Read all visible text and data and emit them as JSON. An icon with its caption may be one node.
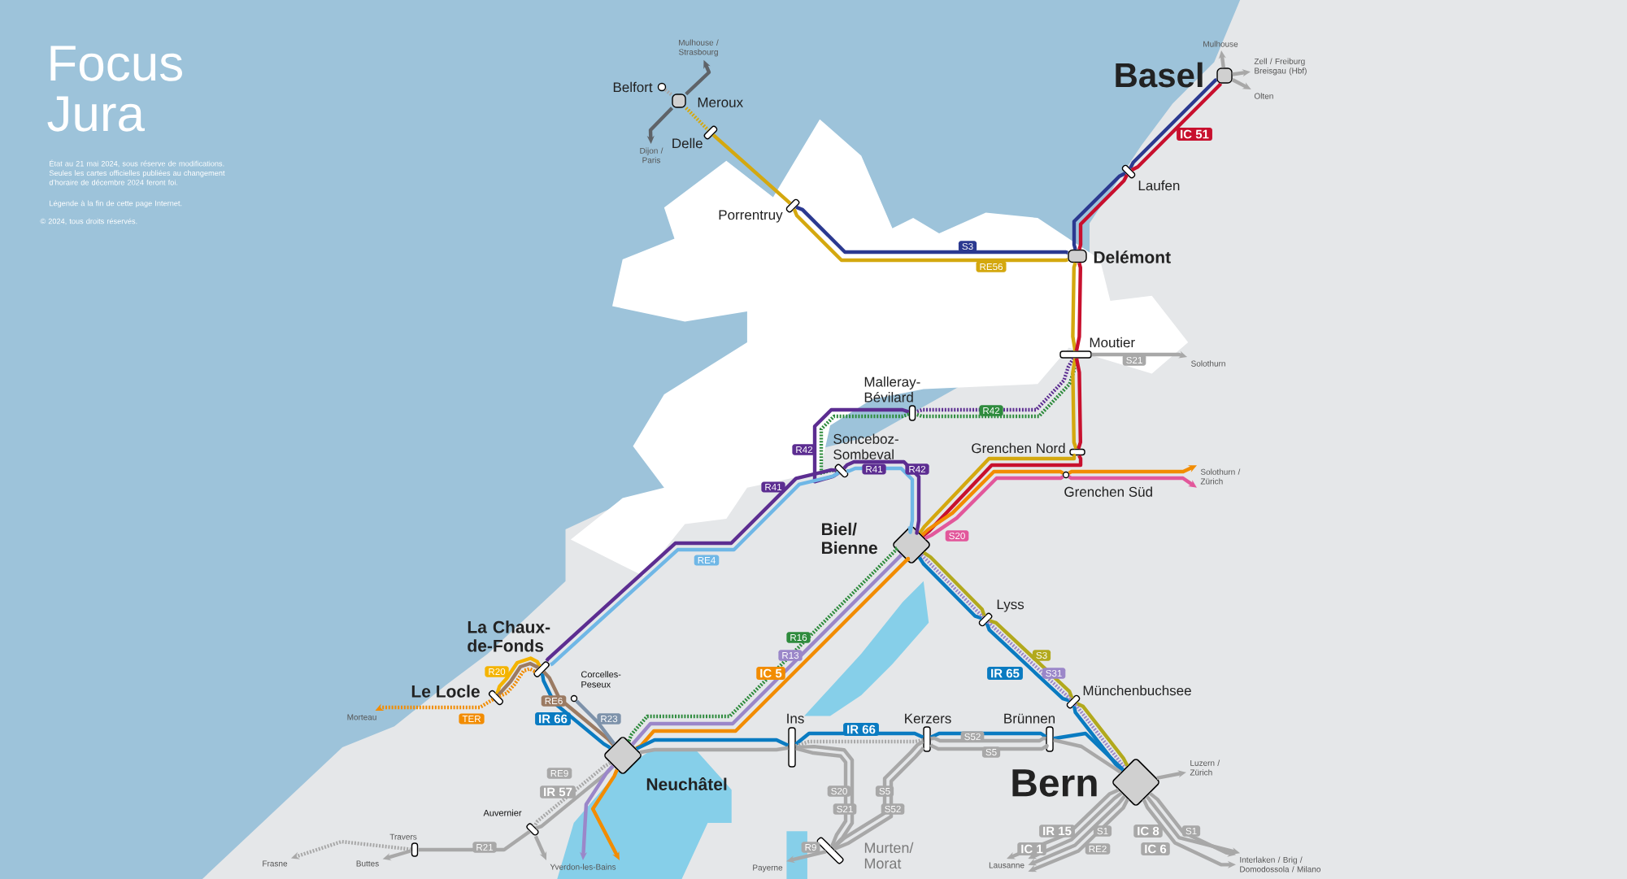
{
  "diagram": {
    "title": "Focus Jura",
    "nodes": [
      {
        "text": [
          "Belfort"
        ]
      },
      {
        "text": [
          "Meroux"
        ]
      },
      {
        "text": [
          "Delle"
        ]
      },
      {
        "text": [
          "Porrentruy"
        ]
      },
      {
        "text": [
          "Delémont"
        ]
      },
      {
        "text": [
          "Laufen"
        ]
      },
      {
        "text": [
          "Basel"
        ]
      },
      {
        "text": [
          "Moutier"
        ]
      },
      {
        "text": [
          "Malleray- Bévilard"
        ]
      },
      {
        "text": [
          "Sonceboz- Sombeval"
        ]
      },
      {
        "text": [
          "Grenchen Nord"
        ]
      },
      {
        "text": [
          "Grenchen Süd"
        ]
      },
      {
        "text": [
          "Solothurn"
        ]
      },
      {
        "text": [
          "Solothurn / Zürich"
        ]
      },
      {
        "text": [
          "Mulhouse / Strasbourg"
        ]
      },
      {
        "text": [
          "Dijon / Paris"
        ]
      },
      {
        "text": [
          "Mulhouse"
        ]
      },
      {
        "text": [
          "Zell / Freiburg Breisgau (Hbf)"
        ]
      },
      {
        "text": [
          "Olten"
        ]
      },
      {
        "text": [
          "Biel/ Bienne"
        ]
      },
      {
        "text": [
          "La Chaux- de-Fonds"
        ]
      },
      {
        "text": [
          "Le Locle"
        ]
      },
      {
        "text": [
          "Morteau"
        ]
      },
      {
        "text": [
          "Corcelles- Peseux"
        ]
      },
      {
        "text": [
          "Neuchâtel"
        ]
      },
      {
        "text": [
          "Ins"
        ]
      },
      {
        "text": [
          "Kerzers"
        ]
      },
      {
        "text": [
          "Brünnen"
        ]
      },
      {
        "text": [
          "Lyss"
        ]
      },
      {
        "text": [
          "Münchenbuchsee"
        ]
      },
      {
        "text": [
          "Bern"
        ]
      },
      {
        "text": [
          "Luzern / Zürich"
        ]
      },
      {
        "text": [
          "Interlaken / Brig / Domodossola / Milano"
        ]
      },
      {
        "text": [
          "Lausanne"
        ]
      },
      {
        "text": [
          "Murten/ Morat"
        ]
      },
      {
        "text": [
          "Payerne"
        ]
      },
      {
        "text": [
          "Auvernier"
        ]
      },
      {
        "text": [
          "Yverdon-les-Bains"
        ]
      },
      {
        "text": [
          "Travers"
        ]
      },
      {
        "text": [
          "Buttes"
        ]
      },
      {
        "text": [
          "Frasne"
        ]
      }
    ],
    "edges": [
      {
        "from": 0,
        "to": 1,
        "arrow": "none",
        "style": "dashed"
      },
      {
        "from": 1,
        "to": 14,
        "arrow": "to",
        "color": "#5f6368"
      },
      {
        "from": 1,
        "to": 15,
        "arrow": "to",
        "color": "#5f6368"
      },
      {
        "from": 1,
        "to": 2,
        "arrow": "none",
        "style": "dashed",
        "color": "#d4a80f"
      },
      {
        "from": 2,
        "to": 3,
        "arrow": "none",
        "color": "#d4a80f"
      },
      {
        "from": 3,
        "to": 4,
        "arrow": "none",
        "color": "#d4a80f",
        "label": "RE56"
      },
      {
        "from": 3,
        "to": 4,
        "arrow": "none",
        "color": "#2b3990",
        "label": "S3"
      },
      {
        "from": 4,
        "to": 5,
        "arrow": "none",
        "color": "#2b3990"
      },
      {
        "from": 4,
        "to": 5,
        "arrow": "none",
        "color": "#c8102e"
      },
      {
        "from": 5,
        "to": 6,
        "arrow": "none",
        "color": "#2b3990"
      },
      {
        "from": 5,
        "to": 6,
        "arrow": "none",
        "color": "#c8102e",
        "label": "IC 51"
      },
      {
        "from": 6,
        "to": 16,
        "arrow": "to"
      },
      {
        "from": 6,
        "to": 17,
        "arrow": "to"
      },
      {
        "from": 6,
        "to": 18,
        "arrow": "to"
      },
      {
        "from": 4,
        "to": 7,
        "arrow": "none",
        "color": "#d4a80f"
      },
      {
        "from": 4,
        "to": 7,
        "arrow": "none",
        "color": "#c8102e"
      },
      {
        "from": 7,
        "to": 12,
        "arrow": "to",
        "label": "S21"
      },
      {
        "from": 7,
        "to": 8,
        "arrow": "none",
        "style": "dashed",
        "color": "#5c2d91"
      },
      {
        "from": 7,
        "to": 8,
        "arrow": "none",
        "style": "dashed",
        "color": "#2e8b3d",
        "label": "R42"
      },
      {
        "from": 8,
        "to": 9,
        "arrow": "none",
        "color": "#5c2d91",
        "label": "R42"
      },
      {
        "from": 8,
        "to": 9,
        "arrow": "none",
        "style": "dashed",
        "color": "#2e8b3d"
      },
      {
        "from": 9,
        "to": 19,
        "arrow": "none",
        "color": "#5c2d91",
        "label": "R41"
      },
      {
        "from": 20,
        "to": 9,
        "arrow": "none",
        "color": "#5c2d91",
        "label": "R41"
      },
      {
        "from": 20,
        "to": 9,
        "arrow": "none",
        "color": "#6fb7e6",
        "label": "RE4"
      },
      {
        "from": 9,
        "to": 19,
        "arrow": "none",
        "color": "#6fb7e6"
      },
      {
        "from": 7,
        "to": 10,
        "arrow": "none",
        "color": "#d4a80f"
      },
      {
        "from": 7,
        "to": 10,
        "arrow": "none",
        "color": "#c8102e"
      },
      {
        "from": 10,
        "to": 19,
        "arrow": "none",
        "color": "#d4a80f"
      },
      {
        "from": 10,
        "to": 19,
        "arrow": "none",
        "color": "#c8102e"
      },
      {
        "from": 19,
        "to": 11,
        "arrow": "none",
        "color": "#f28c00"
      },
      {
        "from": 19,
        "to": 11,
        "arrow": "none",
        "color": "#e2579b",
        "label": "S20"
      },
      {
        "from": 11,
        "to": 13,
        "arrow": "to",
        "color": "#f28c00"
      },
      {
        "from": 11,
        "to": 13,
        "arrow": "to",
        "color": "#e2579b"
      },
      {
        "from": 19,
        "to": 24,
        "arrow": "none",
        "style": "dashed",
        "color": "#2e8b3d",
        "label": "R16"
      },
      {
        "from": 19,
        "to": 24,
        "arrow": "none",
        "color": "#9b87c9",
        "label": "R13"
      },
      {
        "from": 19,
        "to": 24,
        "arrow": "none",
        "color": "#f28c00",
        "label": "IC 5"
      },
      {
        "from": 19,
        "to": 28,
        "arrow": "none",
        "color": "#0a7bc1"
      },
      {
        "from": 19,
        "to": 28,
        "arrow": "none",
        "color": "#b2a91d"
      },
      {
        "from": 19,
        "to": 28,
        "arrow": "none",
        "style": "dashed",
        "color": "#9b87c9"
      },
      {
        "from": 28,
        "to": 29,
        "arrow": "none",
        "color": "#0a7bc1",
        "label": "IR 65"
      },
      {
        "from": 28,
        "to": 29,
        "arrow": "none",
        "color": "#b2a91d",
        "label": "S3"
      },
      {
        "from": 28,
        "to": 29,
        "arrow": "none",
        "style": "dashed",
        "color": "#9b87c9",
        "label": "S31"
      },
      {
        "from": 29,
        "to": 30,
        "arrow": "none",
        "color": "#0a7bc1"
      },
      {
        "from": 29,
        "to": 30,
        "arrow": "none",
        "color": "#b2a91d"
      },
      {
        "from": 29,
        "to": 30,
        "arrow": "none",
        "style": "dashed",
        "color": "#9b87c9"
      },
      {
        "from": 24,
        "to": 25,
        "arrow": "none",
        "color": "#0a7bc1"
      },
      {
        "from": 25,
        "to": 26,
        "arrow": "none",
        "color": "#0a7bc1",
        "label": "IR 66"
      },
      {
        "from": 26,
        "to": 27,
        "arrow": "none",
        "color": "#0a7bc1"
      },
      {
        "from": 27,
        "to": 30,
        "arrow": "none",
        "color": "#0a7bc1"
      },
      {
        "from": 24,
        "to": 25,
        "arrow": "none"
      },
      {
        "from": 25,
        "to": 26,
        "arrow": "none",
        "style": "dashed"
      },
      {
        "from": 26,
        "to": 27,
        "arrow": "none",
        "label": "S52"
      },
      {
        "from": 26,
        "to": 27,
        "arrow": "none",
        "label": "S5"
      },
      {
        "from": 27,
        "to": 30,
        "arrow": "none"
      },
      {
        "from": 20,
        "to": 24,
        "arrow": "none",
        "color": "#0a7bc1",
        "label": "IR 66"
      },
      {
        "from": 20,
        "to": 24,
        "arrow": "none",
        "color": "#9b7b63",
        "label": "RE6"
      },
      {
        "from": 23,
        "to": 24,
        "arrow": "none",
        "color": "#7d92aa",
        "label": "R23"
      },
      {
        "from": 21,
        "to": 20,
        "arrow": "none",
        "color": "#f4b400",
        "label": "R20"
      },
      {
        "from": 21,
        "to": 20,
        "arrow": "none",
        "color": "#9b7b63"
      },
      {
        "from": 21,
        "to": 20,
        "arrow": "none",
        "style": "dashed",
        "color": "#f28c00"
      },
      {
        "from": 21,
        "to": 22,
        "arrow": "to",
        "style": "dashed",
        "color": "#f28c00",
        "label": "TER"
      },
      {
        "from": 24,
        "to": 36,
        "arrow": "none",
        "style": "dashed",
        "label": "RE9"
      },
      {
        "from": 24,
        "to": 36,
        "arrow": "none",
        "label": "IR 57"
      },
      {
        "from": 36,
        "to": 37,
        "arrow": "to"
      },
      {
        "from": 24,
        "to": 37,
        "arrow": "to",
        "color": "#9b87c9"
      },
      {
        "from": 24,
        "to": 37,
        "arrow": "to",
        "color": "#f28c00"
      },
      {
        "from": 36,
        "to": 38,
        "arrow": "none",
        "label": "R21"
      },
      {
        "from": 38,
        "to": 39,
        "arrow": "to"
      },
      {
        "from": 38,
        "to": 40,
        "arrow": "to",
        "style": "dashed"
      },
      {
        "from": 25,
        "to": 34,
        "arrow": "none",
        "label": "S20"
      },
      {
        "from": 25,
        "to": 34,
        "arrow": "none",
        "label": "S21"
      },
      {
        "from": 26,
        "to": 34,
        "arrow": "none",
        "label": "S5"
      },
      {
        "from": 26,
        "to": 34,
        "arrow": "none",
        "label": "S52"
      },
      {
        "from": 34,
        "to": 35,
        "arrow": "to",
        "label": "R9"
      },
      {
        "from": 30,
        "to": 31,
        "arrow": "to"
      },
      {
        "from": 30,
        "to": 33,
        "arrow": "to",
        "label": "IR 15"
      },
      {
        "from": 30,
        "to": 33,
        "arrow": "to",
        "label": "IC 1"
      },
      {
        "from": 30,
        "to": 33,
        "arrow": "to",
        "label": "S1"
      },
      {
        "from": 30,
        "to": 33,
        "arrow": "to",
        "label": "RE2"
      },
      {
        "from": 30,
        "to": 32,
        "arrow": "to",
        "label": "IC 8"
      },
      {
        "from": 30,
        "to": 32,
        "arrow": "to",
        "label": "IC 6"
      },
      {
        "from": 30,
        "to": 32,
        "arrow": "to",
        "label": "S1"
      }
    ],
    "labels": [
      "État au 21 mai 2024, sous réserve de modifications. Seules les cartes officielles publiées au changement d’horaire de décembre 2024 feront foi.",
      "Légende à la fin de cette page Internet.",
      "© 2024, tous droits réservés.",
      "R42"
    ]
  }
}
